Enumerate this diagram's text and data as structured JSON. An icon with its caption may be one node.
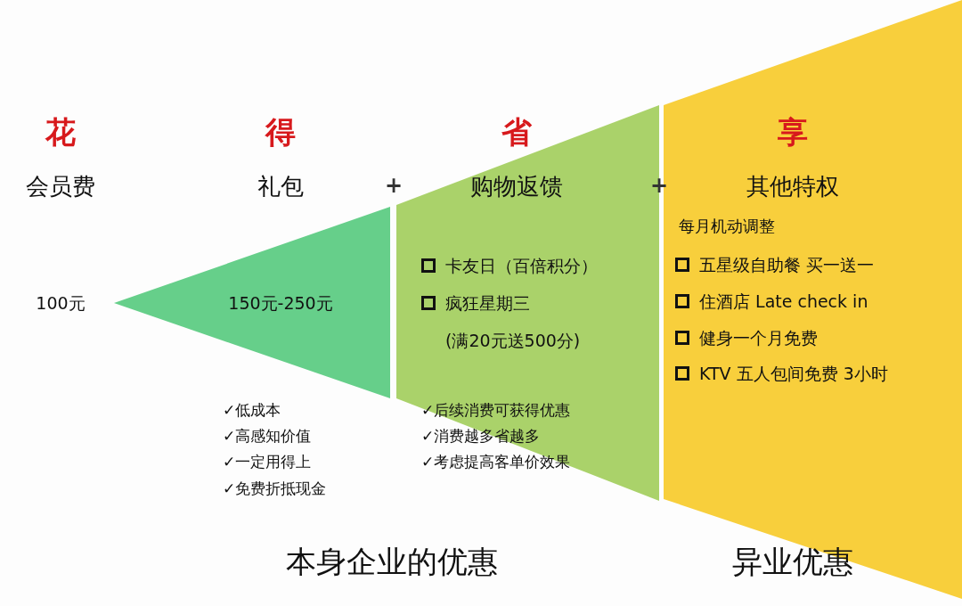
{
  "diagram": {
    "nodes": [
      {
        "text": [
          "150元-250元"
        ]
      },
      {
        "text": [
          "购物返馈",
          "卡友日（百倍积分）",
          "疯狂星期三 (满20元送500分)",
          "✓后续消费可获得优惠",
          "✓消费越多省越多",
          "✓考虑提高客单价效果"
        ]
      },
      {
        "text": [
          "享",
          "其他特权",
          "每月机动调整",
          "五星级自助餐 买一送一",
          "住酒店 Late check in",
          "健身一个月免费",
          "KTV 五人包间免费 3小时",
          "异业优惠"
        ]
      }
    ],
    "labels": [
      "花",
      "得",
      "省",
      "会员费",
      "礼包",
      "+",
      "+",
      "100元",
      "✓低成本",
      "✓高感知价值",
      "✓一定用得上",
      "✓免费折抵现金",
      "本身企业的优惠"
    ]
  }
}
